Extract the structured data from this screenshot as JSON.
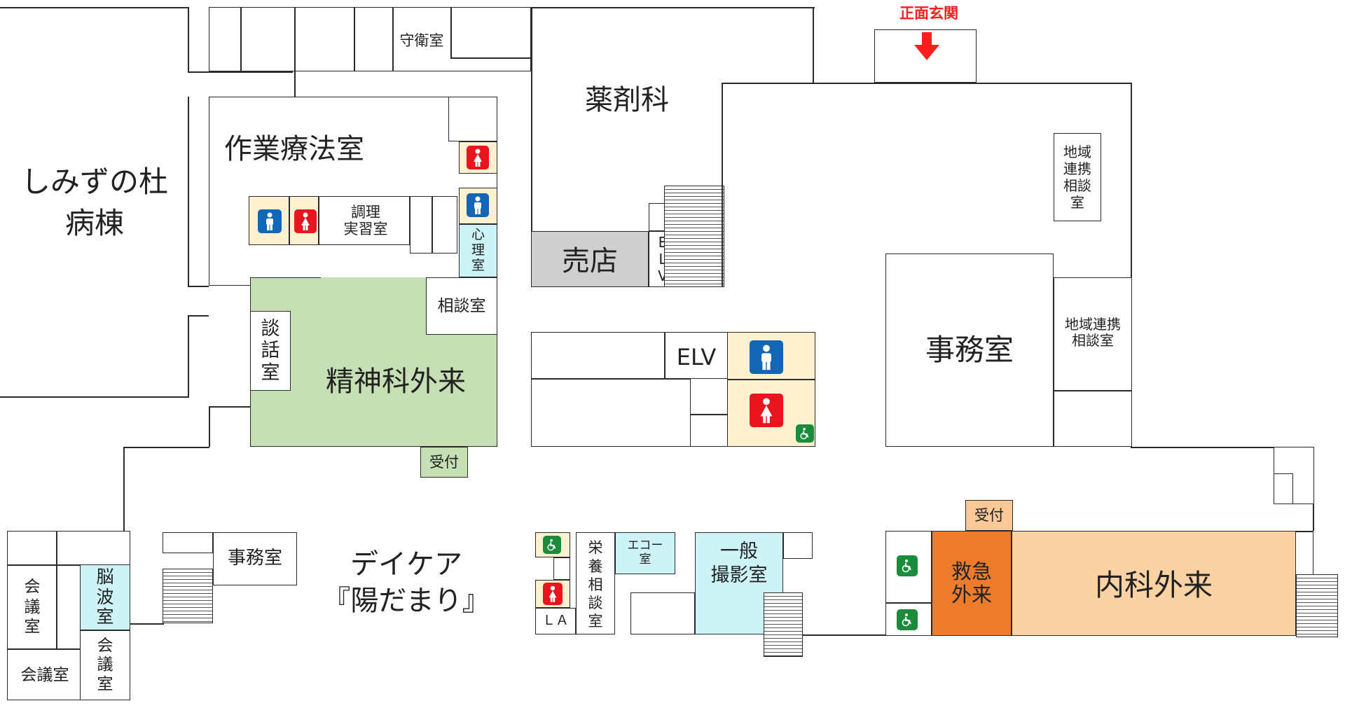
{
  "entrance": {
    "label": "正面玄関",
    "color": "#ff1e1e"
  },
  "rooms": {
    "security": "守衛室",
    "pharmacy": "薬剤科",
    "ward": "しみずの杜\n病棟",
    "ot_room": "作業療法室",
    "cooking": "調理\n実習室",
    "psych_room": "心\n理\n室",
    "consult_a": "相談室",
    "lounge": "談\n話\n室",
    "psych_outpatient": "精神科外来",
    "reception_psych": "受付",
    "shop": "売店",
    "elv_vertical": "E\nL\nV",
    "elv_center": "ELV",
    "community_1": "地域\n連携\n相談\n室",
    "community_2": "地域連携\n相談室",
    "office_main": "事務室",
    "reception_er": "受付",
    "emergency": "救急\n外来",
    "internal": "内科外来",
    "meeting_1": "会\n議\n室",
    "meeting_2": "会議室",
    "meeting_3": "会\n議\n室",
    "eeg": "脳\n波\n室",
    "office_dc": "事務室",
    "daycare": "デイケア\n『陽だまり』",
    "la": "ＬＡ",
    "nutrition": "栄\n養\n相\n談\n室",
    "echo": "エコー\n室",
    "xray": "一般\n撮影室"
  },
  "colors": {
    "male": "#1466b4",
    "female": "#e8141e",
    "accessible": "#1a8c3c"
  },
  "icons": {
    "male": "male-toilet-icon",
    "female": "female-toilet-icon",
    "accessible": "wheelchair-icon",
    "arrow": "arrow-down-icon"
  }
}
